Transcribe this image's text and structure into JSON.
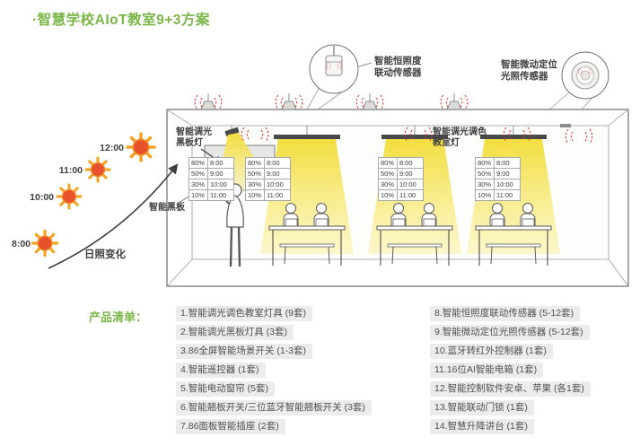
{
  "title": "·智慧学校AIoT教室9+3方案",
  "diagram": {
    "callouts": {
      "constant_sensor": [
        "智能恒照度",
        "联动传感器"
      ],
      "micro_sensor": [
        "智能微动定位",
        "光照传感器"
      ],
      "blackboard_light": [
        "智能调光",
        "黑板灯"
      ],
      "classroom_light": [
        "智能调光调色",
        "教室灯"
      ],
      "smart_blackboard": "智能黑板"
    },
    "suns": [
      {
        "time": "12:00"
      },
      {
        "time": "11:00"
      },
      {
        "time": "10:00"
      },
      {
        "time": "8:00"
      }
    ],
    "sun_arrow_label": "日照变化",
    "schedule_rows": [
      {
        "percent": "80%",
        "time": "8:00"
      },
      {
        "percent": "50%",
        "time": "9:00"
      },
      {
        "percent": "30%",
        "time": "10:00"
      },
      {
        "percent": "10%",
        "time": "11:00"
      }
    ]
  },
  "products": {
    "heading": "产品清单：",
    "left": [
      "1.智能调光调色教室灯具 (9套)",
      "2.智能调光黑板灯具 (3套)",
      "3.86全屏智能场景开关 (1-3套)",
      "4.智能遥控器 (1套)",
      "5.智能电动窗帘 (5套)",
      "6.智能翘板开关/三位蓝牙智能翘板开关 (3套)",
      "7.86面板智能插座 (2套)"
    ],
    "right": [
      "8.智能恒照度联动传感器 (5-12套)",
      "9.智能微动定位光照传感器 (5-12套)",
      "10.蓝牙转红外控制器 (1套)",
      "11.16位AI智能电箱 (1套)",
      "12.智能控制软件安卓、苹果 (各1套)",
      "13.智能联动门锁 (1套)",
      "14.智慧升降讲台 (1套)"
    ]
  },
  "colors": {
    "accent_green": "#7ab648",
    "signal_red": "#e0362c",
    "cone_yellow": "#f2dc35",
    "sun_core": "#e8512c",
    "sun_ray": "#f5a21f"
  }
}
